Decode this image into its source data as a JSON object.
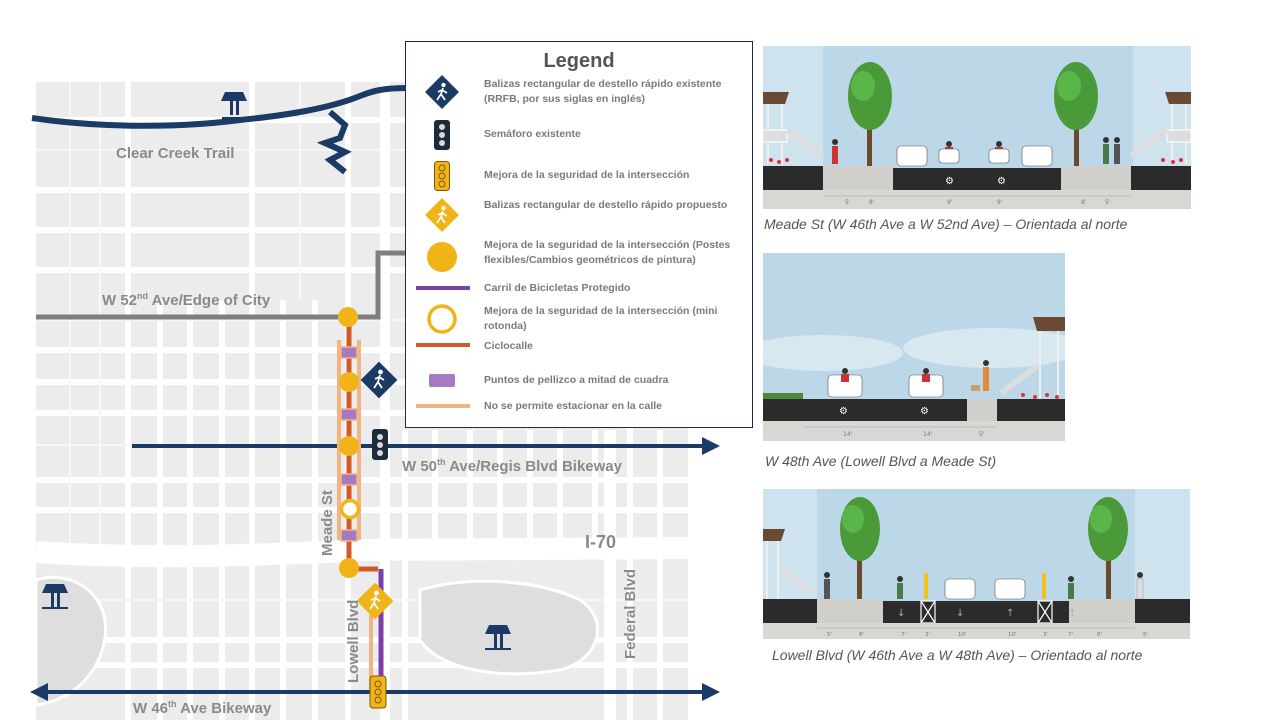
{
  "map": {
    "labels": {
      "clear_creek_trail": "Clear Creek Trail",
      "w52_base": "W 52",
      "w52_sup": "nd",
      "w52_rest": " Ave/Edge of City",
      "w50_base": "W 50",
      "w50_sup": "th",
      "w50_rest": " Ave/Regis Blvd Bikeway",
      "meade_st": "Meade St",
      "i70": "I-70",
      "lowell_blvd": "Lowell Blvd",
      "federal_blvd": "Federal Blvd",
      "w46_base": "W 46",
      "w46_sup": "th",
      "w46_rest": " Ave Bikeway"
    },
    "icons": [
      "picnic-table-icon",
      "pedestrian-icon",
      "traffic-signal-icon"
    ]
  },
  "legend": {
    "title": "Legend",
    "items": [
      {
        "icon": "existing-rrfb-icon",
        "label": "Balizas rectangular de destello rápido existente (RRFB, por sus siglas en inglés)"
      },
      {
        "icon": "existing-signal-icon",
        "label": "Semáforo existente"
      },
      {
        "icon": "intersection-improvement-icon",
        "label": "Mejora de la seguridad de la intersección"
      },
      {
        "icon": "proposed-rrfb-icon",
        "label": "Balizas rectangular de destello rápido propuesto"
      },
      {
        "icon": "flex-posts-icon",
        "label": "Mejora de la seguridad de la intersección (Postes flexibles/Cambios geométricos de pintura)"
      },
      {
        "icon": "protected-bike-lane-icon",
        "label": "Carril de Bicicletas Protegido"
      },
      {
        "icon": "mini-roundabout-icon",
        "label": "Mejora de la seguridad de la intersección (mini rotonda)"
      },
      {
        "icon": "bike-boulevard-icon",
        "label": "Ciclocalle"
      },
      {
        "icon": "midblock-pinch-icon",
        "label": "Puntos de pellizco a mitad de cuadra"
      },
      {
        "icon": "no-parking-icon",
        "label": "No se permite estacionar en la calle"
      }
    ],
    "colors": {
      "navy": "#1b3a66",
      "yellow": "#f0b418",
      "purple": "#7b3fa8",
      "orange_red": "#d05a2a",
      "light_orange": "#f3b483",
      "pinch_purple": "#a679c4",
      "gray_line": "#7f7f7f"
    }
  },
  "cross_sections": [
    {
      "caption": "Meade St (W 46th Ave a W 52nd Ave) – Orientada al norte",
      "dims": [
        "5'",
        "8'",
        "9'",
        "9'",
        "8'",
        "5'"
      ]
    },
    {
      "caption": "W 48th Ave (Lowell Blvd a Meade St)",
      "dims": [
        "14'",
        "14'",
        "5'"
      ]
    },
    {
      "caption": "Lowell Blvd (W 46th Ave a W 48th Ave) – Orientado al norte",
      "dims": [
        "5'",
        "8'",
        "7'",
        "3'",
        "10'",
        "10'",
        "3'",
        "7'",
        "8'",
        "5'"
      ]
    }
  ]
}
